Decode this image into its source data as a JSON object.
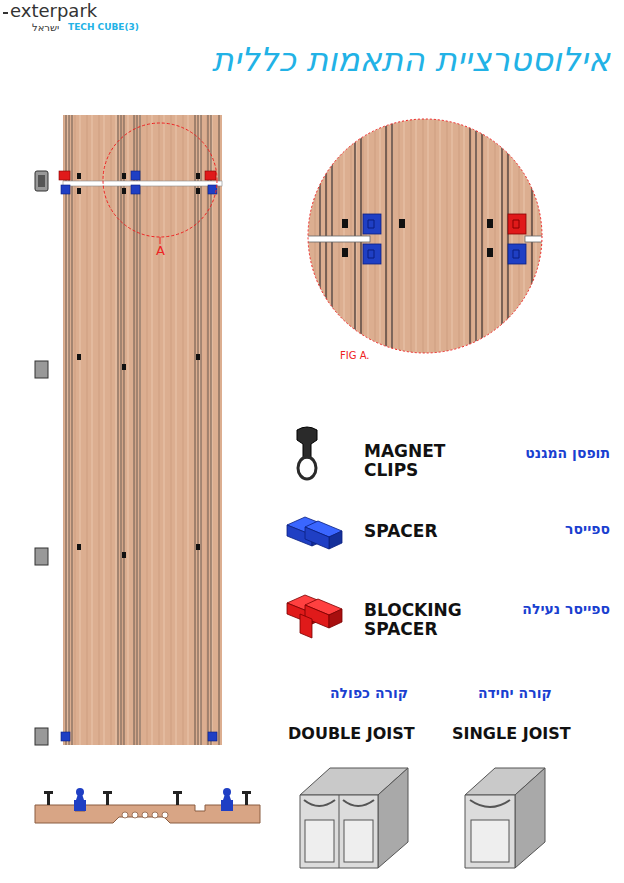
{
  "diagram": {
    "title": "אילוסטרציית התאמות כללית",
    "labels": [
      "exterpark",
      "ישראל",
      "TECH CUBE(3)",
      "A",
      "FIG A.",
      "MAGNET CLIPS",
      "תופסן המגנט",
      "SPACER",
      "ספייסר",
      "BLOCKING SPACER",
      "ספייסר נעילה",
      "קורה כפולה",
      "קורה יחידה",
      "DOUBLE JOIST",
      "SINGLE JOIST"
    ]
  }
}
